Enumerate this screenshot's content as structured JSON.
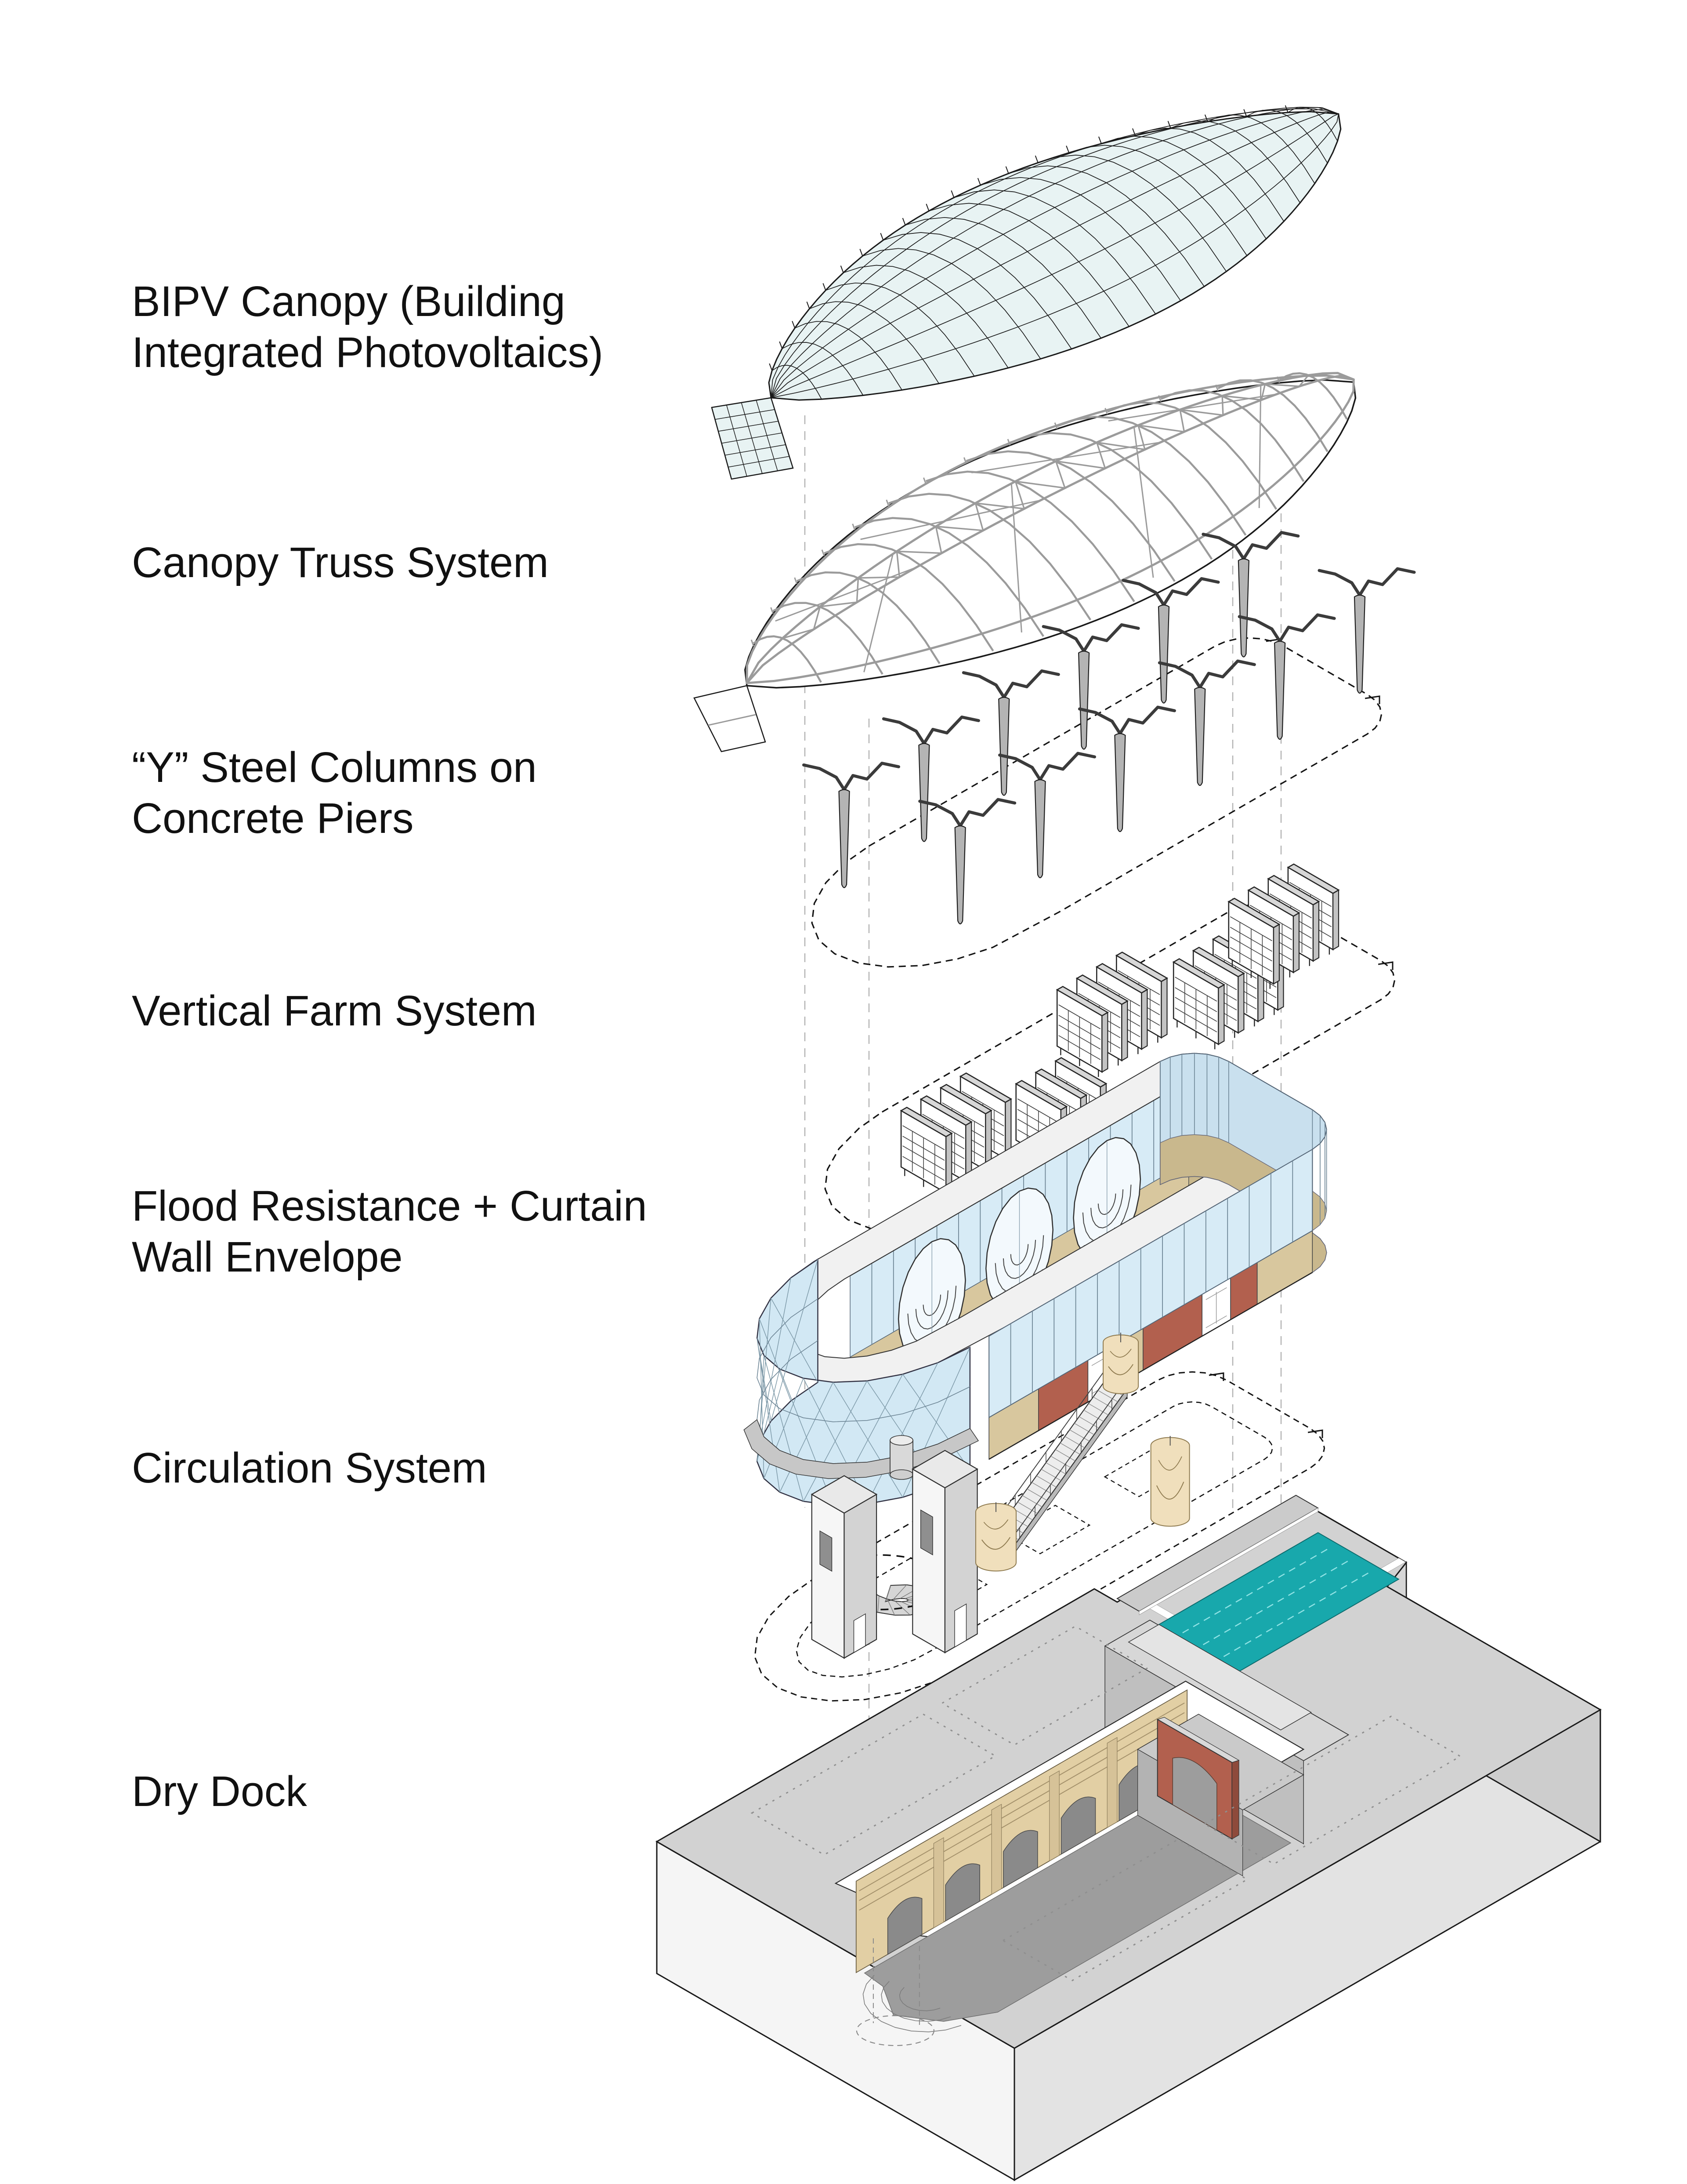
{
  "diagram_title": "Exploded axonometric building systems diagram",
  "labels": [
    {
      "id": "bipv-canopy",
      "text": "BIPV Canopy (Building\nIntegrated Photovoltaics)"
    },
    {
      "id": "canopy-truss",
      "text": "Canopy Truss System"
    },
    {
      "id": "y-steel-columns",
      "text": "“Y” Steel Columns on\nConcrete Piers"
    },
    {
      "id": "vertical-farm",
      "text": "Vertical Farm System"
    },
    {
      "id": "flood-envelope",
      "text": "Flood Resistance + Curtain\nWall Envelope"
    },
    {
      "id": "circulation",
      "text": "Circulation System"
    },
    {
      "id": "dry-dock",
      "text": "Dry Dock"
    }
  ],
  "layers": [
    {
      "name": "bipv-canopy-surface",
      "style": "light blue gridded shell"
    },
    {
      "name": "canopy-truss",
      "style": "gray arched truss ribs with diagonals"
    },
    {
      "name": "y-steel-columns",
      "style": "tapered gray piers with dark Y branches on dashed plan"
    },
    {
      "name": "vertical-farm-racks",
      "style": "clusters of shelving racks on dashed plan"
    },
    {
      "name": "curtain-wall-envelope",
      "style": "glass ring with tan base, brick panels, oval balconies"
    },
    {
      "name": "circulation-elements",
      "style": "elevator cores, curved ramp, long ramp, spiral stairs on dashed plan"
    },
    {
      "name": "dry-dock-basin",
      "style": "gray dock slab, tan arched trench walls, brick arch, teal water basin"
    }
  ],
  "colors": {
    "ink": "#1a1a1a",
    "guide": "#b3b3b3",
    "dash": "#141414",
    "dotted": "#8f8f8f",
    "canopyFill": "#e8f3f3",
    "truss": "#9b9b9b",
    "colShaft": "#b4b4b4",
    "colArm": "#3b3b3b",
    "rackFace": "#ffffff",
    "rackTop": "#d7d7d7",
    "rackSide": "#c3c3c3",
    "rackLine": "#262626",
    "glass": "#d7ebf6",
    "glassDark": "#c9e0ee",
    "glassLine": "#6c8494",
    "tan": "#d8c79e",
    "tanDark": "#c9b88d",
    "brick": "#b2604e",
    "brickSide": "#8e4a3b",
    "roofBand": "#f1f1f1",
    "windowWhite": "#ffffff",
    "circTan": "#f0dfbc",
    "circTanLine": "#8f7b50",
    "circGray": "#d6d6d6",
    "dockTop": "#d2d2d2",
    "dockSW": "#f5f5f5",
    "dockSE": "#e3e3e3",
    "dockEast": "#cdcdcd",
    "wing": "#c4c4c4",
    "pitTan": "#e2cfa4",
    "pitTanLine": "#6b5f45",
    "pitFloor": "#9d9d9d",
    "archGray": "#8a8a8a",
    "rim": "#ffffff",
    "archRed": "#b2604e",
    "waterTop": "#18a8ac",
    "waterSide": "#186f70",
    "waterDash": "#8fe2e4",
    "waterDashDark": "#57c0c2"
  }
}
